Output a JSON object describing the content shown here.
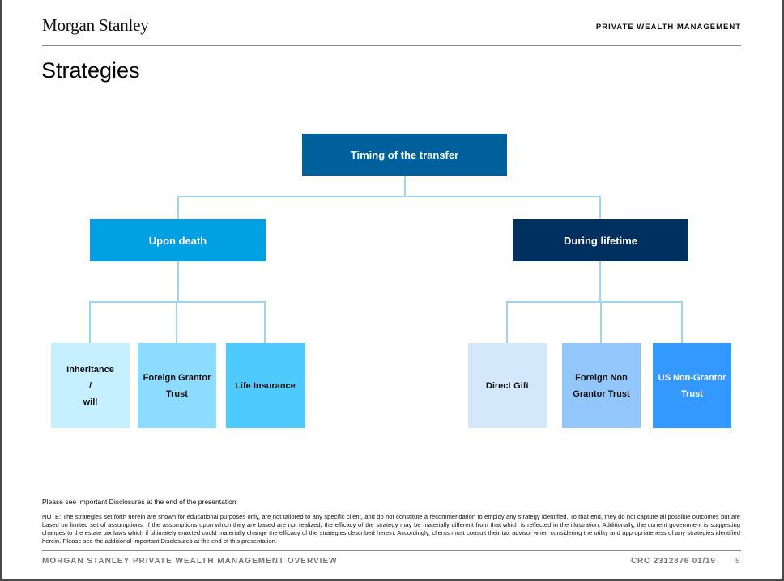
{
  "header": {
    "logo": "Morgan Stanley",
    "division": "PRIVATE WEALTH MANAGEMENT"
  },
  "page_title": "Strategies",
  "diagram": {
    "root": "Timing of the transfer",
    "branches": [
      {
        "label": "Upon death",
        "color": "#00a0e3",
        "children": [
          {
            "lines": [
              "Inheritance",
              "/",
              "will"
            ],
            "color": "#c6efff"
          },
          {
            "lines": [
              "Foreign Grantor",
              "Trust"
            ],
            "color": "#8ddcff"
          },
          {
            "lines": [
              "Life Insurance"
            ],
            "color": "#4fcaff"
          }
        ]
      },
      {
        "label": "During lifetime",
        "color": "#00305f",
        "children": [
          {
            "lines": [
              "Direct Gift"
            ],
            "color": "#d4e8fb"
          },
          {
            "lines": [
              "Foreign Non",
              "Grantor Trust"
            ],
            "color": "#93c6fb"
          },
          {
            "lines": [
              "US Non-Grantor",
              "Trust"
            ],
            "color": "#3399ff"
          }
        ]
      }
    ],
    "root_color": "#00609c",
    "connector_color": "#9fd6ef"
  },
  "disclosure_ref": "Please see Important Disclosures at the end of the presentation",
  "note": "NOTE: The strategies set forth herein are shown for educational purposes only, are not tailored to any specific client, and do not constitute a recommendation to employ any strategy identified. To that end, they do not capture all possible outcomes but are based on limited set of assumptions. If the assumptions upon which they are based are not realized, the efficacy of the strategy may be materially different from that which is reflected in the illustration. Additionally, the current government is suggesting changes to the estate tax laws which if ultimately enacted could materially change the efficacy of the strategies described herein. Accordingly, clients must consult their tax advisor when considering the utility and appropriateness of any strategies identified herein. Please see the additional Important Disclosures at the end of this presentation.",
  "footer": {
    "left": "MORGAN STANLEY PRIVATE WEALTH MANAGEMENT OVERVIEW",
    "code": "CRC 2312876 01/19",
    "page": "8"
  }
}
